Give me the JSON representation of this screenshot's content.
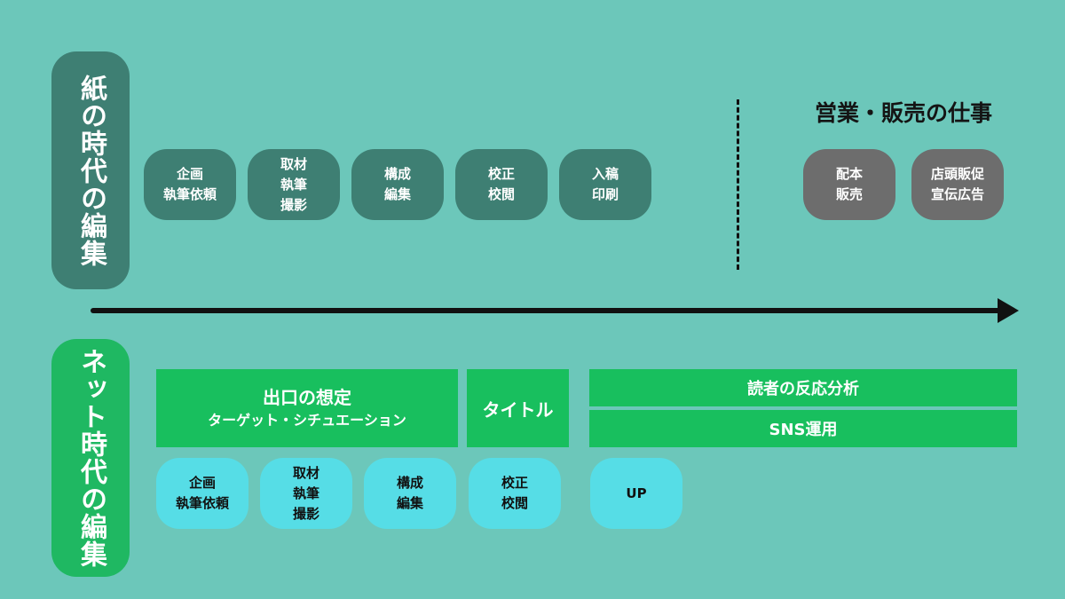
{
  "paper_era": {
    "label": "紙の時代の編集",
    "steps": [
      {
        "lines": [
          "企画",
          "執筆依頼"
        ]
      },
      {
        "lines": [
          "取材",
          "執筆",
          "撮影"
        ]
      },
      {
        "lines": [
          "構成",
          "編集"
        ]
      },
      {
        "lines": [
          "校正",
          "校閲"
        ]
      },
      {
        "lines": [
          "入稿",
          "印刷"
        ]
      }
    ],
    "sales_heading": "営業・販売の仕事",
    "sales_steps": [
      {
        "lines": [
          "配本",
          "販売"
        ]
      },
      {
        "lines": [
          "店頭販促",
          "宣伝広告"
        ]
      }
    ]
  },
  "net_era": {
    "label": "ネット時代の編集",
    "boxes": {
      "exit_title": "出口の想定",
      "exit_subtitle": "ターゲット・シチュエーション",
      "title_box": "タイトル",
      "analysis": "読者の反応分析",
      "sns": "SNS運用"
    },
    "steps": [
      {
        "lines": [
          "企画",
          "執筆依頼"
        ]
      },
      {
        "lines": [
          "取材",
          "執筆",
          "撮影"
        ]
      },
      {
        "lines": [
          "構成",
          "編集"
        ]
      },
      {
        "lines": [
          "校正",
          "校閲"
        ]
      },
      {
        "lines": [
          "UP"
        ]
      }
    ]
  },
  "colors": {
    "background": "#6cc7ba",
    "paper_dark": "#3e7f73",
    "sales_grey": "#6d6d6d",
    "net_green": "#18bf5e",
    "net_cyan": "#56dde6"
  }
}
